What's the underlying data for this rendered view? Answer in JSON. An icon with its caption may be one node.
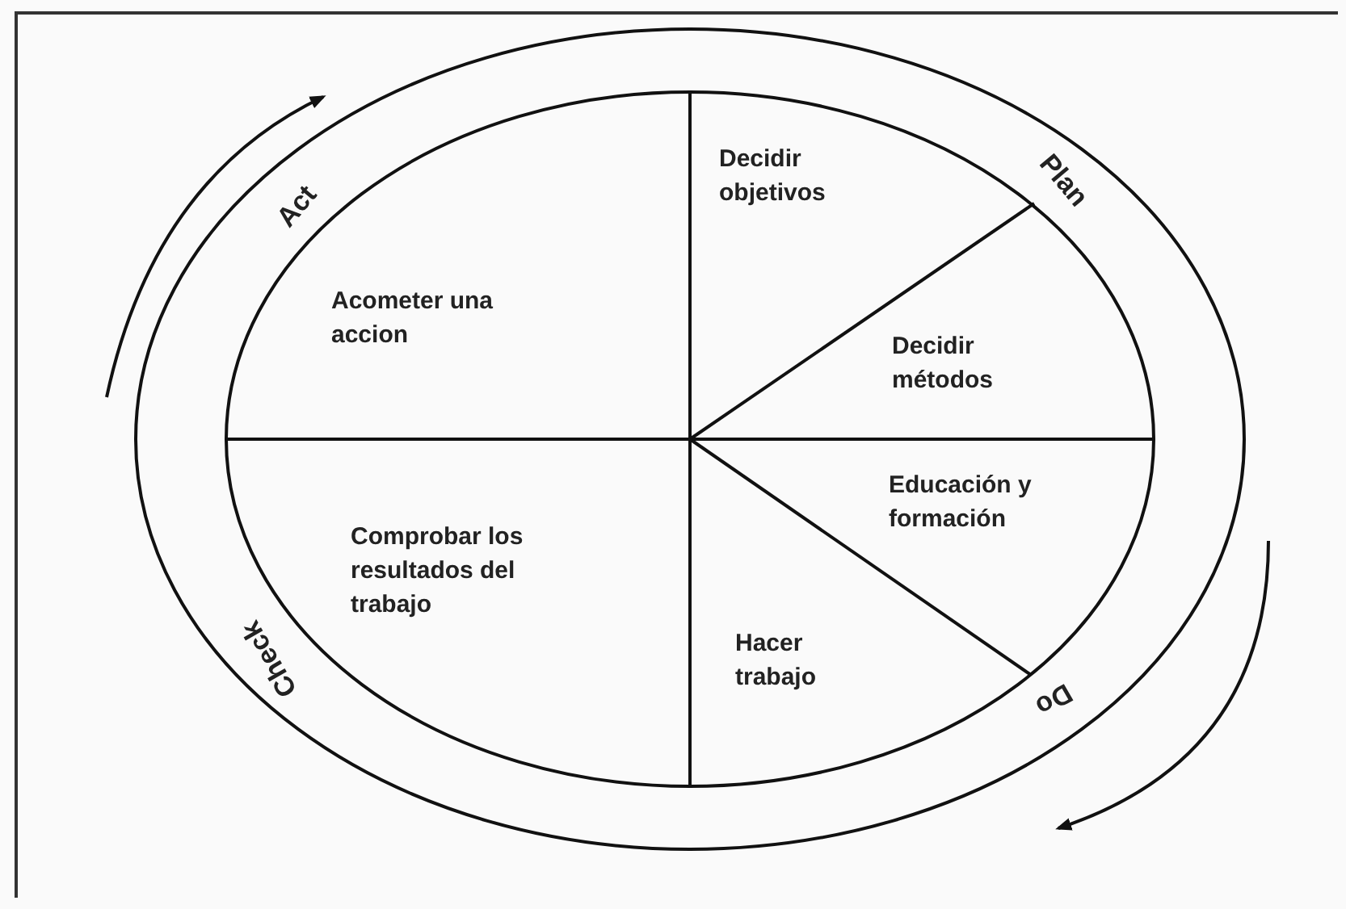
{
  "diagram": {
    "nodes": [
      {
        "text": [
          "Decidir objetivos"
        ]
      },
      {
        "text": [
          "Acometer una accion"
        ]
      },
      {
        "text": [
          "Decidir métodos"
        ]
      },
      {
        "text": [
          "Educación y formación"
        ]
      },
      {
        "text": [
          "Comprobar los resultados del trabajo"
        ]
      },
      {
        "text": [
          "Hacer trabajo"
        ]
      }
    ],
    "edges": [],
    "labels": [
      "Act",
      "Plan",
      "Check",
      "Do"
    ]
  }
}
